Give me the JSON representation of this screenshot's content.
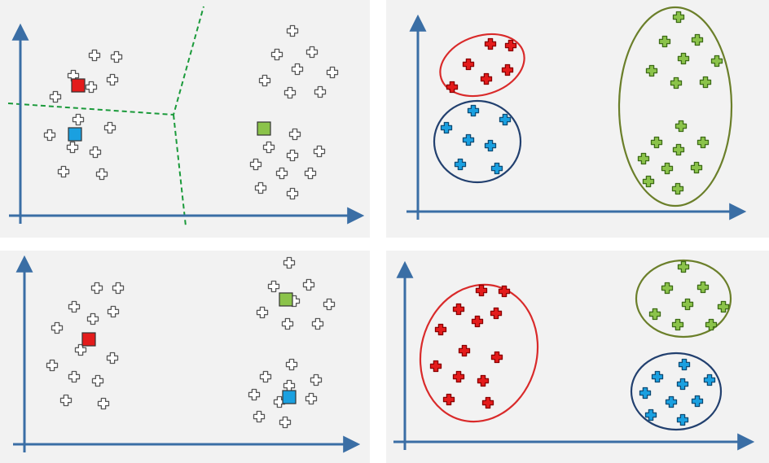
{
  "colors": {
    "axis": "#3a6ea5",
    "gray_point_fill": "#ffffff",
    "gray_point_stroke": "#555555",
    "red": "#e31b1b",
    "blue": "#1aa0e0",
    "green": "#8bc34a",
    "boundary": "#1a9a3a",
    "cluster_red": "#d92a2a",
    "cluster_blue": "#22406f",
    "cluster_green": "#6b7f2a"
  },
  "panels": [
    {
      "id": "top-left",
      "description_role": "initial-centroids-voronoi"
    },
    {
      "id": "top-right",
      "description_role": "clusters-result-1"
    },
    {
      "id": "bottom-left",
      "description_role": "initial-centroids"
    },
    {
      "id": "bottom-right",
      "description_role": "clusters-result-2"
    }
  ]
}
